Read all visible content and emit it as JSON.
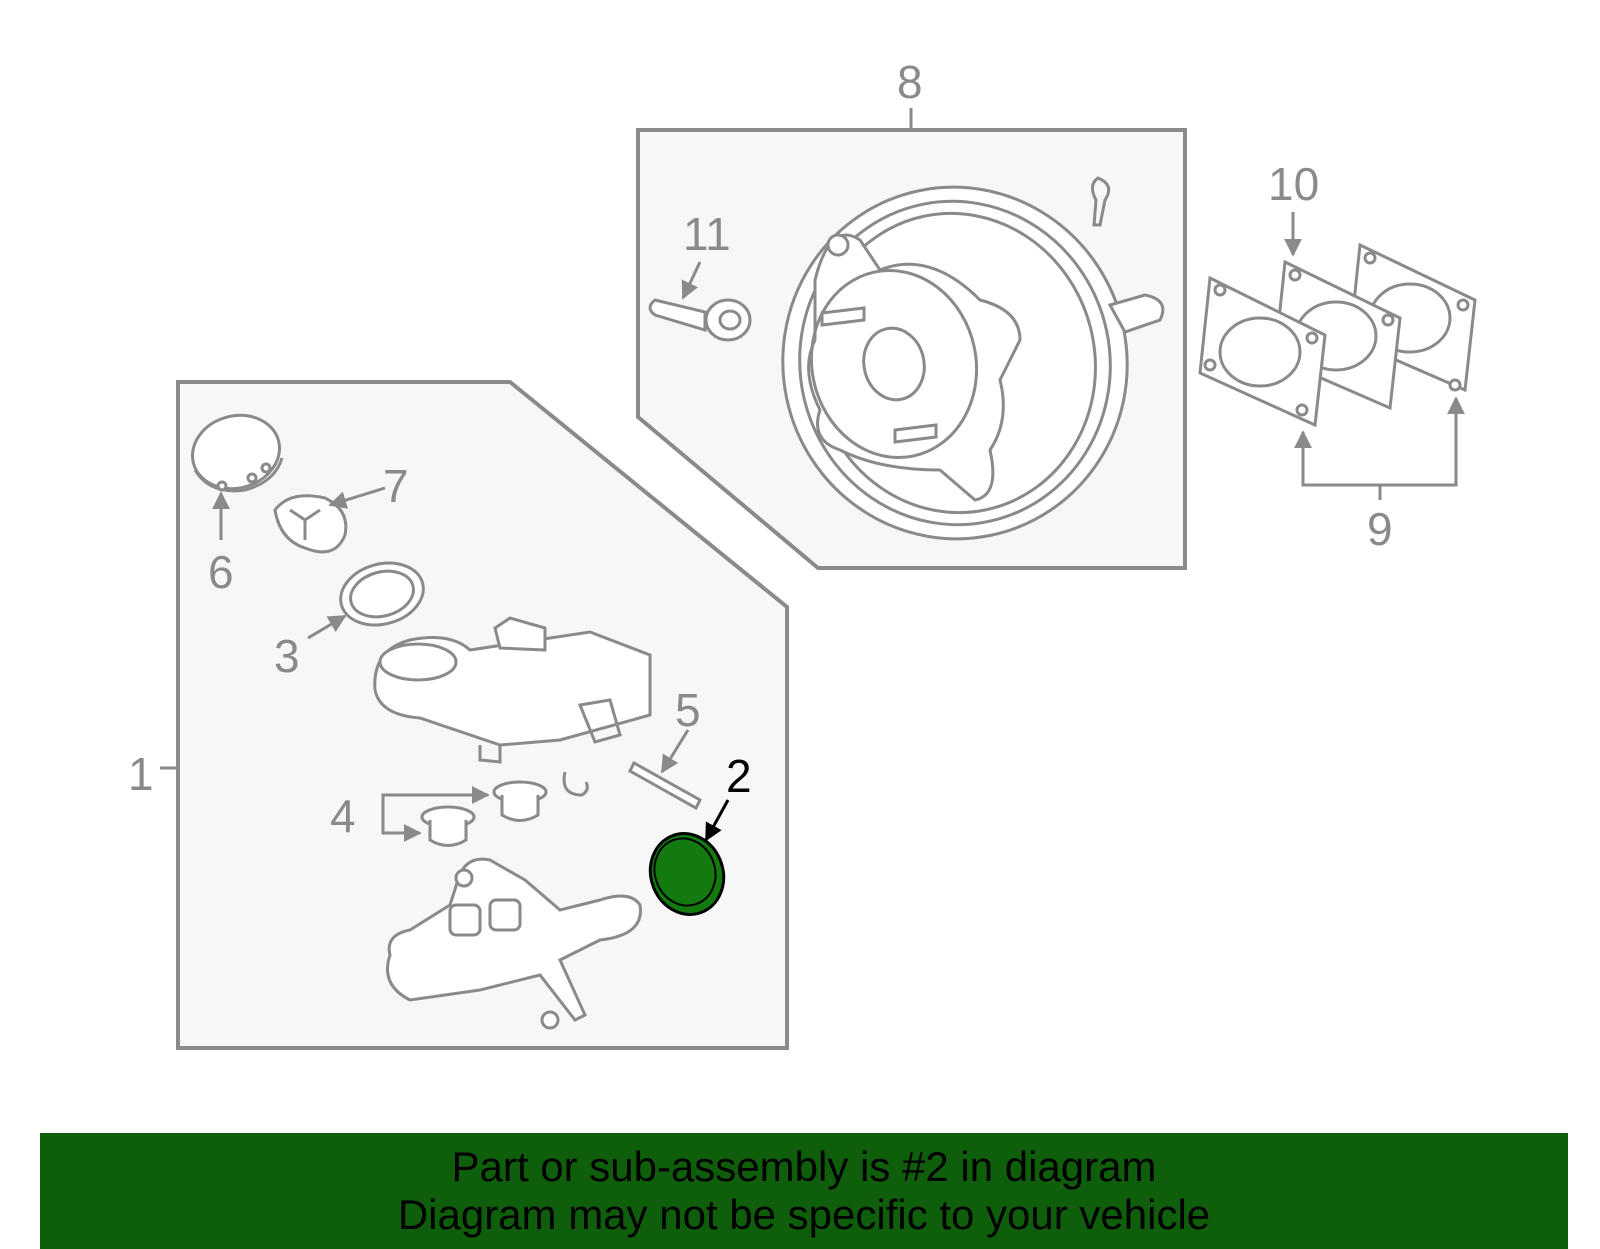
{
  "callouts": {
    "c1": "1",
    "c2": "2",
    "c3": "3",
    "c4": "4",
    "c5": "5",
    "c6": "6",
    "c7": "7",
    "c8": "8",
    "c9": "9",
    "c10": "10",
    "c11": "11"
  },
  "highlight_part": "2",
  "colors": {
    "line": "#8a8a8a",
    "panel_fill": "#f7f7f7",
    "highlight_fill": "#137a10",
    "banner": "#0e5e0b"
  },
  "banner": {
    "line1": "Part or sub-assembly is #2 in diagram",
    "line2": "Diagram may not be specific to your vehicle"
  }
}
